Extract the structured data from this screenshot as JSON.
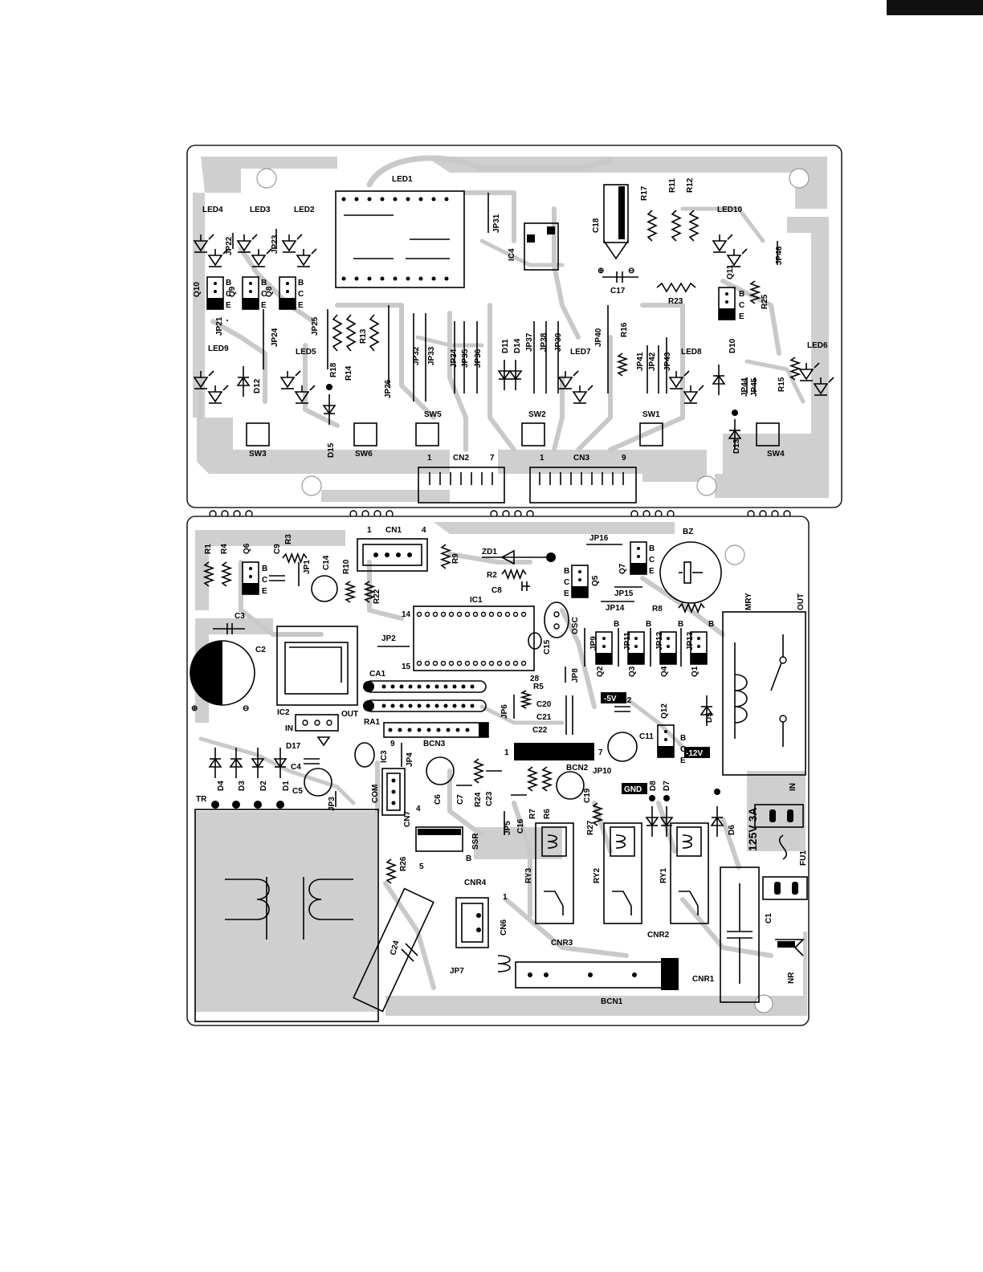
{
  "corner_tab": {
    "color": "#111111"
  },
  "top_board": {
    "components": {
      "led1": "LED1",
      "jp31": "JP31",
      "ic4": "IC4",
      "c18": "C18",
      "c17": "C17",
      "r17": "R17",
      "r11": "R11",
      "r12": "R12",
      "led10": "LED10",
      "jp46": "JP46",
      "led4": "LED4",
      "led3": "LED3",
      "led2": "LED2",
      "jp22": "JP22",
      "jp23": "JP23",
      "q10": "Q10",
      "q9": "Q9",
      "q8": "Q8",
      "q11": "Q11",
      "jp21": "JP21",
      "jp24": "JP24",
      "jp25": "JP25",
      "r23": "R23",
      "r25": "R25",
      "led9": "LED9",
      "led5": "LED5",
      "led7": "LED7",
      "led8": "LED8",
      "led6": "LED6",
      "d12": "D12",
      "r18": "R18",
      "r14": "R14",
      "r13": "R13",
      "jp26": "JP26",
      "jp32": "JP32",
      "jp33": "JP33",
      "jp34": "JP34",
      "jp35": "JP35",
      "jp36": "JP36",
      "d11": "D11",
      "d14": "D14",
      "jp37": "JP37",
      "jp38": "JP38",
      "jp39": "JP39",
      "jp40": "JP40",
      "r16": "R16",
      "jp41": "JP41",
      "jp42": "JP42",
      "jp43": "JP43",
      "d10": "D10",
      "jp44": "JP44",
      "jp45": "JP45",
      "r15": "R15",
      "d15": "D15",
      "d13": "D13",
      "sw3": "SW3",
      "sw6": "SW6",
      "sw5": "SW5",
      "sw2": "SW2",
      "sw1": "SW1",
      "sw4": "SW4",
      "cn2": "CN2",
      "cn3": "CN3"
    },
    "pin_markers": {
      "cn2_first": "1",
      "cn2_last": "7",
      "cn3_first": "1",
      "cn3_last": "9"
    },
    "transistor_pins": [
      "B",
      "C",
      "E"
    ]
  },
  "bottom_board": {
    "components": {
      "r1": "R1",
      "r4": "R4",
      "q6": "Q6",
      "c9": "C9",
      "r3": "R3",
      "jp1": "JP1",
      "c14": "C14",
      "r10": "R10",
      "r22": "R22",
      "cn1": "CN1",
      "r9": "R9",
      "zd1": "ZD1",
      "r2": "R2",
      "c8": "C8",
      "q5": "Q5",
      "jp16": "JP16",
      "q7": "Q7",
      "bz": "BZ",
      "jp15": "JP15",
      "jp14": "JP14",
      "r8": "R8",
      "c3": "C3",
      "c2": "C2",
      "ic1": "IC1",
      "osc": "OSC",
      "c15": "C15",
      "jp2": "JP2",
      "jp9": "JP9",
      "jp11": "JP11",
      "jp12": "JP12",
      "jp13": "JP13",
      "q2": "Q2",
      "q3": "Q3",
      "q4": "Q4",
      "q1": "Q1",
      "mry": "MRY",
      "out": "OUT",
      "ca1": "CA1",
      "jp8": "JP8",
      "jp6": "JP6",
      "r5": "R5",
      "c20": "C20",
      "c21": "C21",
      "c22": "C22",
      "c12": "C12",
      "q12": "Q12",
      "d5": "D5",
      "ic2": "IC2",
      "ic2_out": "OUT",
      "ic2_in": "IN",
      "ra1": "RA1",
      "bcn3": "BCN3",
      "c11": "C11",
      "d4": "D4",
      "d3": "D3",
      "d2": "D2",
      "d1": "D1",
      "d17": "D17",
      "c4": "C4",
      "c5": "C5",
      "ic3": "IC3",
      "jp4": "JP4",
      "bcn2": "BCN2",
      "jp10": "JP10",
      "d8": "D8",
      "d7": "D7",
      "d6": "D6",
      "com": "COM",
      "cn7": "CN7",
      "jp3": "JP3",
      "c6": "C6",
      "c7": "C7",
      "r24": "R24",
      "c23": "C23",
      "jp5": "JP5",
      "c16": "C16",
      "r7": "R7",
      "r6": "R6",
      "c19": "C19",
      "r27": "R27",
      "ssr": "SSR",
      "tr": "TR",
      "r26": "R26",
      "cnr4": "CNR4",
      "cn6": "CN6",
      "ry3": "RY3",
      "ry2": "RY2",
      "ry1": "RY1",
      "cnr3": "CNR3",
      "cnr2": "CNR2",
      "cnr1": "CNR1",
      "c24": "C24",
      "jp7": "JP7",
      "bcn1": "BCN1",
      "c1": "C1",
      "fu1": "FU1",
      "nr": "NR",
      "in": "IN"
    },
    "tags": {
      "minus5v": "-5V",
      "minus12v": "-12V",
      "gnd": "GND"
    },
    "fuse_rating": "125V 3A",
    "pin_markers": {
      "cn1_first": "1",
      "cn1_last": "4",
      "ic1_pin14": "14",
      "ic1_pin15": "15",
      "ic1_pin28": "28",
      "bcn3_pin9": "9",
      "pin1": "1",
      "pin4": "4",
      "pin5": "5",
      "pin7": "7",
      "ssr_b": "B",
      "cn6_pin1": "1"
    },
    "transistor_pins": [
      "B",
      "C",
      "E"
    ],
    "polarity": {
      "plus": "⊕",
      "minus": "⊖"
    }
  }
}
